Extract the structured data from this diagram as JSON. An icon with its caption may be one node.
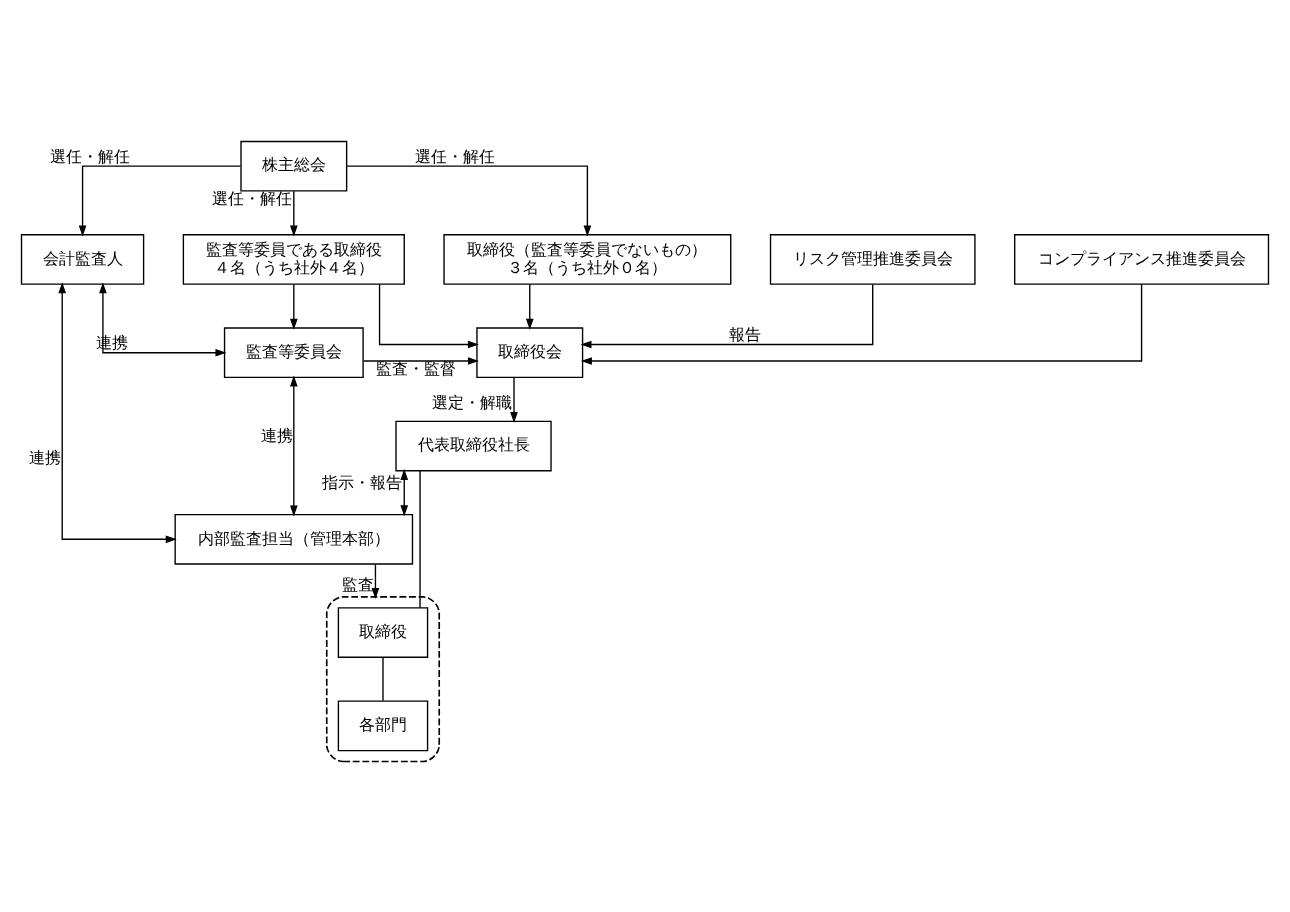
{
  "diagram": {
    "nodes": [
      {
        "text": [
          "株主総会"
        ]
      },
      {
        "text": [
          "会計監査人"
        ]
      },
      {
        "text": [
          "監査等委員である取締役",
          "４名（うち社外４名）"
        ]
      },
      {
        "text": [
          "取締役（監査等委員でないもの）",
          "３名（うち社外０名）"
        ]
      },
      {
        "text": [
          "監査等委員会"
        ]
      },
      {
        "text": [
          "取締役会"
        ]
      },
      {
        "text": [
          "リスク管理推進委員会"
        ]
      },
      {
        "text": [
          "コンプライアンス推進委員会"
        ]
      },
      {
        "text": [
          "代表取締役社長"
        ]
      },
      {
        "text": [
          "内部監査担当（管理本部）"
        ]
      },
      {
        "text": [],
        "shape": "box"
      },
      {
        "text": [
          "取締役"
        ],
        "in": 10
      },
      {
        "text": [
          "各部門"
        ],
        "in": 10
      }
    ],
    "edges": [
      {
        "from": 0,
        "to": 1,
        "arrow": "to",
        "label": "選任・解任"
      },
      {
        "from": 0,
        "to": 2,
        "arrow": "to",
        "label": "選任・解任"
      },
      {
        "from": 0,
        "to": 3,
        "arrow": "to",
        "label": "選任・解任"
      },
      {
        "from": 2,
        "to": 4,
        "arrow": "to"
      },
      {
        "from": 2,
        "to": 5,
        "arrow": "to"
      },
      {
        "from": 3,
        "to": 5,
        "arrow": "to"
      },
      {
        "from": 4,
        "to": 5,
        "arrow": "to",
        "label": "監査・監督"
      },
      {
        "from": 1,
        "to": 4,
        "arrow": "both",
        "label": "連携"
      },
      {
        "from": 1,
        "to": 9,
        "arrow": "both",
        "label": "連携"
      },
      {
        "from": 4,
        "to": 9,
        "arrow": "both",
        "label": "連携"
      },
      {
        "from": 5,
        "to": 8,
        "arrow": "to",
        "label": "選定・解職"
      },
      {
        "from": 8,
        "to": 9,
        "arrow": "both",
        "label": "指示・報告"
      },
      {
        "from": 9,
        "to": 10,
        "arrow": "to",
        "label": "監査"
      },
      {
        "from": 6,
        "to": 5,
        "arrow": "to",
        "label": "報告"
      },
      {
        "from": 7,
        "to": 5,
        "arrow": "to"
      },
      {
        "from": 8,
        "to": 11,
        "arrow": "none"
      },
      {
        "from": 11,
        "to": 12,
        "arrow": "none"
      }
    ]
  }
}
